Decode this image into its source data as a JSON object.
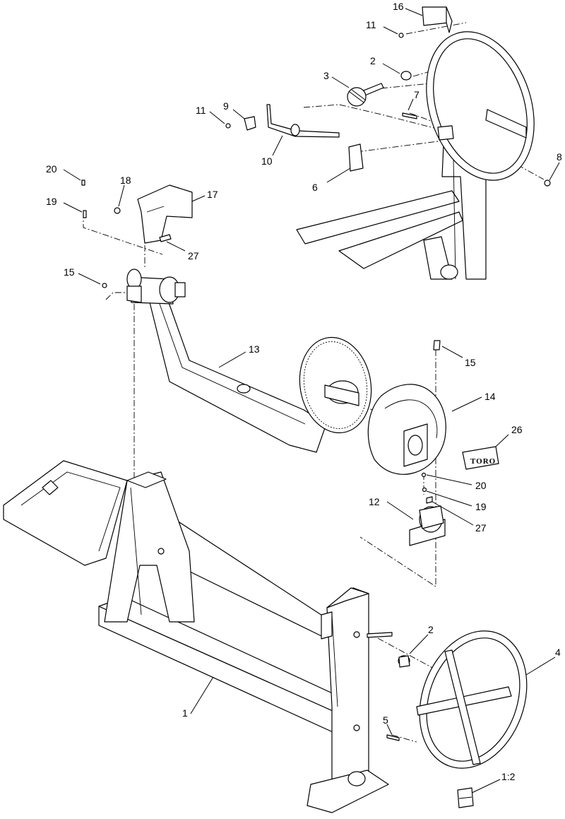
{
  "diagram": {
    "logo_text": "TORO",
    "callouts": [
      {
        "id": "c16",
        "label": "16"
      },
      {
        "id": "c11a",
        "label": "11"
      },
      {
        "id": "c2a",
        "label": "2"
      },
      {
        "id": "c3",
        "label": "3"
      },
      {
        "id": "c7",
        "label": "7"
      },
      {
        "id": "c11b",
        "label": "11"
      },
      {
        "id": "c9",
        "label": "9"
      },
      {
        "id": "c10",
        "label": "10"
      },
      {
        "id": "c6",
        "label": "6"
      },
      {
        "id": "c8",
        "label": "8"
      },
      {
        "id": "c20a",
        "label": "20"
      },
      {
        "id": "c18",
        "label": "18"
      },
      {
        "id": "c17",
        "label": "17"
      },
      {
        "id": "c19a",
        "label": "19"
      },
      {
        "id": "c27a",
        "label": "27"
      },
      {
        "id": "c15a",
        "label": "15"
      },
      {
        "id": "c13",
        "label": "13"
      },
      {
        "id": "c15b",
        "label": "15"
      },
      {
        "id": "c14",
        "label": "14"
      },
      {
        "id": "c26",
        "label": "26"
      },
      {
        "id": "c20b",
        "label": "20"
      },
      {
        "id": "c12",
        "label": "12"
      },
      {
        "id": "c19b",
        "label": "19"
      },
      {
        "id": "c27b",
        "label": "27"
      },
      {
        "id": "c2b",
        "label": "2"
      },
      {
        "id": "c4",
        "label": "4"
      },
      {
        "id": "c1",
        "label": "1"
      },
      {
        "id": "c5",
        "label": "5"
      },
      {
        "id": "c12b",
        "label": "1:2"
      }
    ]
  }
}
